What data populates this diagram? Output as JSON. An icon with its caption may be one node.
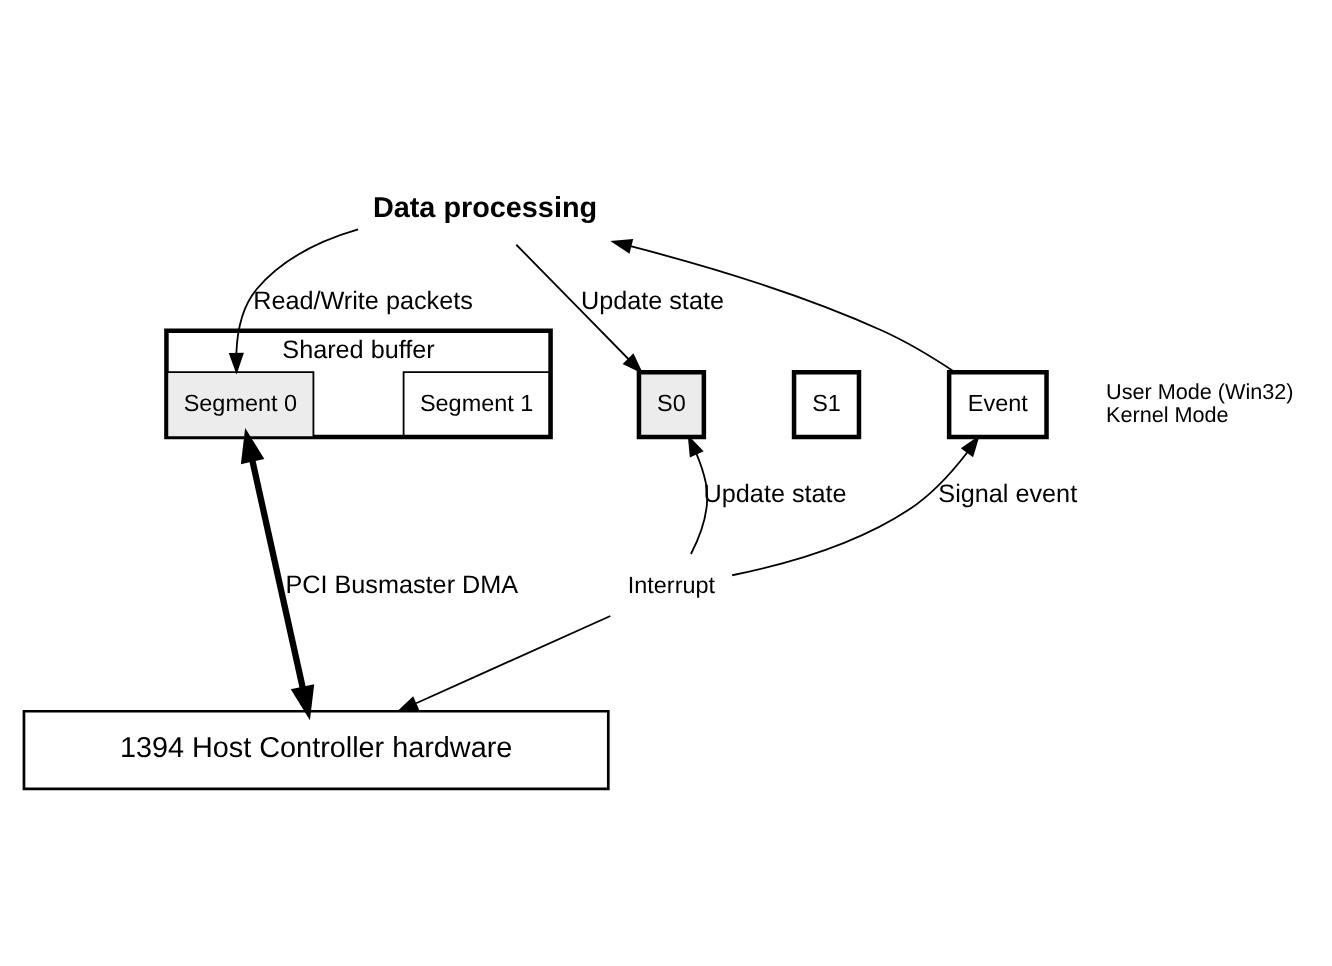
{
  "diagram": {
    "nodes": [
      {
        "text": [
          "Data processing"
        ]
      },
      {
        "text": [
          "Shared buffer"
        ]
      },
      {
        "text": [
          "Segment 0"
        ],
        "in": 1
      },
      {
        "text": [
          "Segment 1"
        ],
        "in": 1
      },
      {
        "text": [
          "S0"
        ]
      },
      {
        "text": [
          "S1"
        ]
      },
      {
        "text": [
          "Event"
        ]
      },
      {
        "text": [
          "1394 Host Controller hardware"
        ]
      },
      {
        "text": [
          "Interrupt"
        ]
      }
    ],
    "edges": [
      {
        "from": 0,
        "to": 2,
        "arrow": "to",
        "label": "Read/Write packets"
      },
      {
        "from": 0,
        "to": 4,
        "arrow": "to",
        "label": "Update state"
      },
      {
        "from": 6,
        "to": 0,
        "arrow": "to"
      },
      {
        "from": 2,
        "to": 7,
        "arrow": "both",
        "style": "thick",
        "label": "PCI Busmaster DMA"
      },
      {
        "from": 8,
        "to": 4,
        "arrow": "to",
        "label": "Update state"
      },
      {
        "from": 8,
        "to": 6,
        "arrow": "to",
        "label": "Signal event"
      },
      {
        "from": 8,
        "to": 7,
        "arrow": "to"
      }
    ],
    "labels": [
      "User Mode (Win32)",
      "Kernel Mode"
    ]
  }
}
